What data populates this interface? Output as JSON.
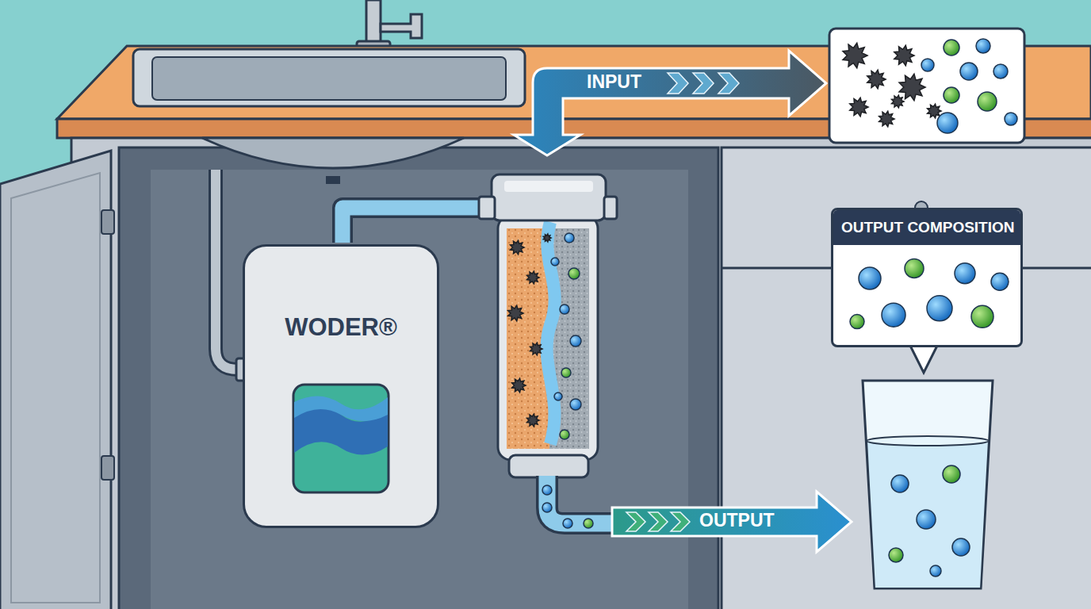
{
  "diagram": {
    "nodes": [
      {
        "text": [
          "WODER®"
        ]
      },
      {
        "text": [
          "OUTPUT COMPOSITION"
        ]
      }
    ],
    "labels": [
      "INPUT",
      "OUTPUT"
    ]
  }
}
